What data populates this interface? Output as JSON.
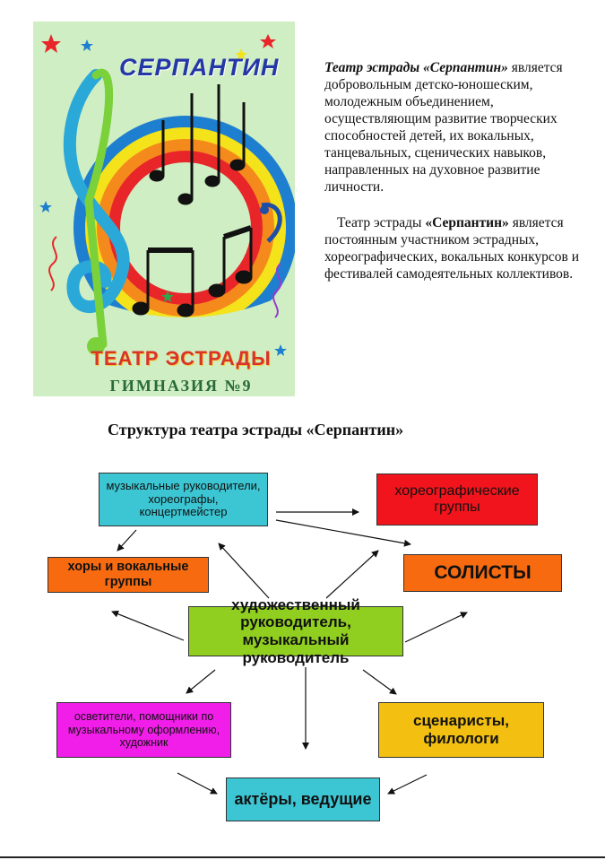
{
  "poster": {
    "title": "СЕРПАНТИН",
    "subtitle": "ТЕАТР ЭСТРАДЫ",
    "school": "ГИМНАЗИЯ №9",
    "colors": {
      "background": "#cfeec3",
      "title": "#2437a6",
      "accent": "#d8342a"
    }
  },
  "description": {
    "p1_lead": "Театр эстрады «Серпантин»",
    "p1_body": " является добровольным детско-юношеским, молодежным объединением, осуществляющим развитие творческих способностей детей, их вокальных, танцевальных, сценических навыков, направленных на духовное развитие личности.",
    "p2_start": "Театр эстрады ",
    "p2_bold": "«Серпантин»",
    "p2_body": " является постоянным участником эстрадных, хореографических, вокальных конкурсов и фестивалей самодеятельных коллективов."
  },
  "structure": {
    "title": "Структура театра эстрады «Серпантин»",
    "boxes": {
      "directors": "музыкальные руководители, хореографы, концертмейстер",
      "choreo": "хореографические группы",
      "choirs": "хоры и вокальные группы",
      "soloists": "СОЛИСТЫ",
      "art": "художественный руководитель, музыкальный руководитель",
      "light": "осветители, помощники по музыкальному оформлению, художник",
      "writers": "сценаристы, филологи",
      "actors": "актёры, ведущие"
    },
    "colors": {
      "cyan": "#3cc6d3",
      "red": "#f2141c",
      "orange": "#f76a0f",
      "green": "#90cf20",
      "magenta": "#f01ee8",
      "yellow": "#f3bf11"
    }
  }
}
